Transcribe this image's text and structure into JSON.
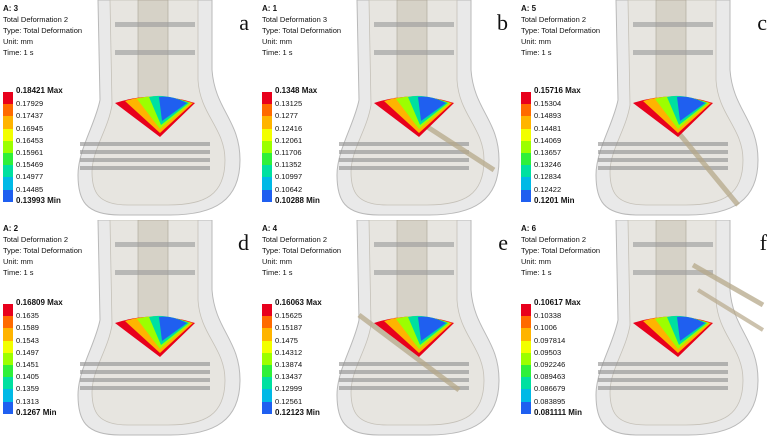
{
  "panels": [
    {
      "analysis": "A: 3",
      "title": "Total Deformation 2",
      "type": "Type: Total Deformation",
      "unit": "Unit: mm",
      "time": "Time: 1 s",
      "max": "0.18421 Max",
      "levels": [
        "0.17929",
        "0.17437",
        "0.16945",
        "0.16453",
        "0.15961",
        "0.15469",
        "0.14977",
        "0.14485"
      ],
      "min": "0.13993 Min",
      "letter": "a"
    },
    {
      "analysis": "A: 1",
      "title": "Total Deformation 3",
      "type": "Type: Total Deformation",
      "unit": "Unit: mm",
      "time": "Time: 1 s",
      "max": "0.1348 Max",
      "levels": [
        "0.13125",
        "0.1277",
        "0.12416",
        "0.12061",
        "0.11706",
        "0.11352",
        "0.10997",
        "0.10642"
      ],
      "min": "0.10288 Min",
      "letter": "b"
    },
    {
      "analysis": "A: 5",
      "title": "Total Deformation 2",
      "type": "Type: Total Deformation",
      "unit": "Unit: mm",
      "time": "Time: 1 s",
      "max": "0.15716 Max",
      "levels": [
        "0.15304",
        "0.14893",
        "0.14481",
        "0.14069",
        "0.13657",
        "0.13246",
        "0.12834",
        "0.12422"
      ],
      "min": "0.1201 Min",
      "letter": "c"
    },
    {
      "analysis": "A: 2",
      "title": "Total Deformation 2",
      "type": "Type: Total Deformation",
      "unit": "Unit: mm",
      "time": "Time: 1 s",
      "max": "0.16809 Max",
      "levels": [
        "0.1635",
        "0.1589",
        "0.1543",
        "0.1497",
        "0.1451",
        "0.1405",
        "0.1359",
        "0.1313"
      ],
      "min": "0.1267 Min",
      "letter": "d"
    },
    {
      "analysis": "A: 4",
      "title": "Total Deformation 2",
      "type": "Type: Total Deformation",
      "unit": "Unit: mm",
      "time": "Time: 1 s",
      "max": "0.16063 Max",
      "levels": [
        "0.15625",
        "0.15187",
        "0.1475",
        "0.14312",
        "0.13874",
        "0.13437",
        "0.12999",
        "0.12561"
      ],
      "min": "0.12123 Min",
      "letter": "e"
    },
    {
      "analysis": "A: 6",
      "title": "Total Deformation 2",
      "type": "Type: Total Deformation",
      "unit": "Unit: mm",
      "time": "Time: 1 s",
      "max": "0.10617 Max",
      "levels": [
        "0.10338",
        "0.1006",
        "0.097814",
        "0.09503",
        "0.092246",
        "0.089463",
        "0.086679",
        "0.083895"
      ],
      "min": "0.081111 Min",
      "letter": "f"
    }
  ],
  "legend_colors": [
    "#e8001c",
    "#ff6a00",
    "#ffb400",
    "#f2ff00",
    "#9cff00",
    "#2ff03a",
    "#00e0a0",
    "#00b9e6",
    "#1f5ff0"
  ],
  "screw_style": {
    "a": "transverse",
    "b": "oblique",
    "c": "oblique-steep",
    "d": "transverse",
    "e": "oblique-down",
    "f": "mixed"
  }
}
